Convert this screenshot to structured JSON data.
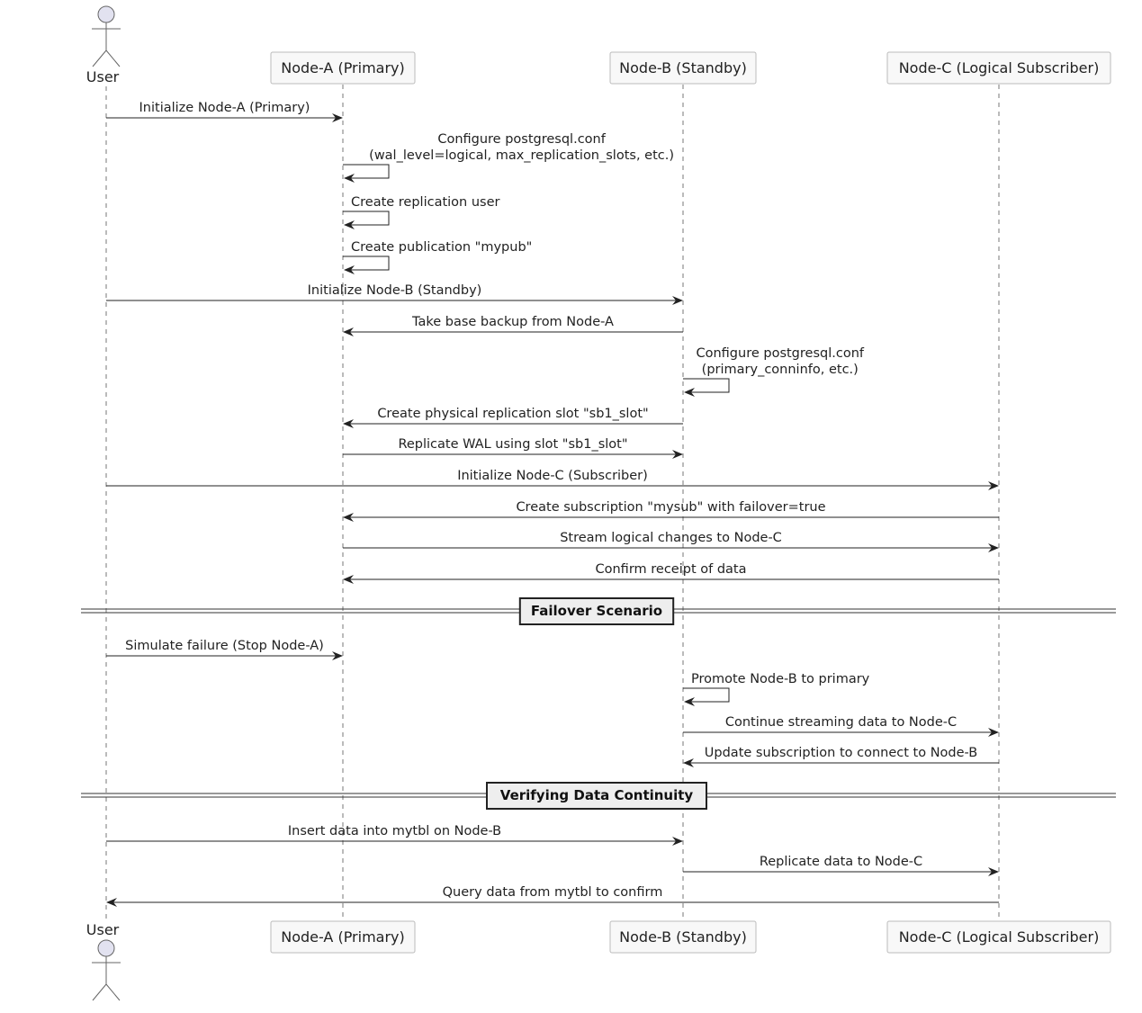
{
  "participants": [
    {
      "id": "user",
      "label": "User",
      "type": "actor"
    },
    {
      "id": "a",
      "label": "Node-A (Primary)",
      "type": "participant"
    },
    {
      "id": "b",
      "label": "Node-B (Standby)",
      "type": "participant"
    },
    {
      "id": "c",
      "label": "Node-C (Logical Subscriber)",
      "type": "participant"
    }
  ],
  "colors": {
    "actor_fill": "#e2e2f0",
    "box_fill": "#f8f8f8",
    "box_border": "#bbbbbb",
    "line": "#222222",
    "divider_fill": "#eeeeee"
  },
  "steps": [
    {
      "kind": "msg",
      "from": "user",
      "to": "a",
      "text": [
        "Initialize Node-A (Primary)"
      ]
    },
    {
      "kind": "msg",
      "from": "a",
      "to": "a",
      "text": [
        "Configure postgresql.conf",
        "(wal_level=logical, max_replication_slots, etc.)"
      ]
    },
    {
      "kind": "msg",
      "from": "a",
      "to": "a",
      "text": [
        "Create replication user"
      ]
    },
    {
      "kind": "msg",
      "from": "a",
      "to": "a",
      "text": [
        "Create publication \"mypub\""
      ]
    },
    {
      "kind": "msg",
      "from": "user",
      "to": "b",
      "text": [
        "Initialize Node-B (Standby)"
      ]
    },
    {
      "kind": "msg",
      "from": "b",
      "to": "a",
      "text": [
        "Take base backup from Node-A"
      ]
    },
    {
      "kind": "msg",
      "from": "b",
      "to": "b",
      "text": [
        "Configure postgresql.conf",
        "(primary_conninfo, etc.)"
      ]
    },
    {
      "kind": "msg",
      "from": "b",
      "to": "a",
      "text": [
        "Create physical replication slot \"sb1_slot\""
      ]
    },
    {
      "kind": "msg",
      "from": "a",
      "to": "b",
      "text": [
        "Replicate WAL using slot \"sb1_slot\""
      ]
    },
    {
      "kind": "msg",
      "from": "user",
      "to": "c",
      "text": [
        "Initialize Node-C (Subscriber)"
      ]
    },
    {
      "kind": "msg",
      "from": "c",
      "to": "a",
      "text": [
        "Create subscription \"mysub\" with failover=true"
      ]
    },
    {
      "kind": "msg",
      "from": "a",
      "to": "c",
      "text": [
        "Stream logical changes to Node-C"
      ]
    },
    {
      "kind": "msg",
      "from": "c",
      "to": "a",
      "text": [
        "Confirm receipt of data"
      ]
    },
    {
      "kind": "divider",
      "text": [
        "Failover Scenario"
      ]
    },
    {
      "kind": "msg",
      "from": "user",
      "to": "a",
      "text": [
        "Simulate failure (Stop Node-A)"
      ]
    },
    {
      "kind": "msg",
      "from": "b",
      "to": "b",
      "text": [
        "Promote Node-B to primary"
      ]
    },
    {
      "kind": "msg",
      "from": "b",
      "to": "c",
      "text": [
        "Continue streaming data to Node-C"
      ]
    },
    {
      "kind": "msg",
      "from": "c",
      "to": "b",
      "text": [
        "Update subscription to connect to Node-B"
      ]
    },
    {
      "kind": "divider",
      "text": [
        "Verifying Data Continuity"
      ]
    },
    {
      "kind": "msg",
      "from": "user",
      "to": "b",
      "text": [
        "Insert data into mytbl on Node-B"
      ]
    },
    {
      "kind": "msg",
      "from": "b",
      "to": "c",
      "text": [
        "Replicate data to Node-C"
      ]
    },
    {
      "kind": "msg",
      "from": "c",
      "to": "user",
      "text": [
        "Query data from mytbl to confirm"
      ]
    }
  ]
}
